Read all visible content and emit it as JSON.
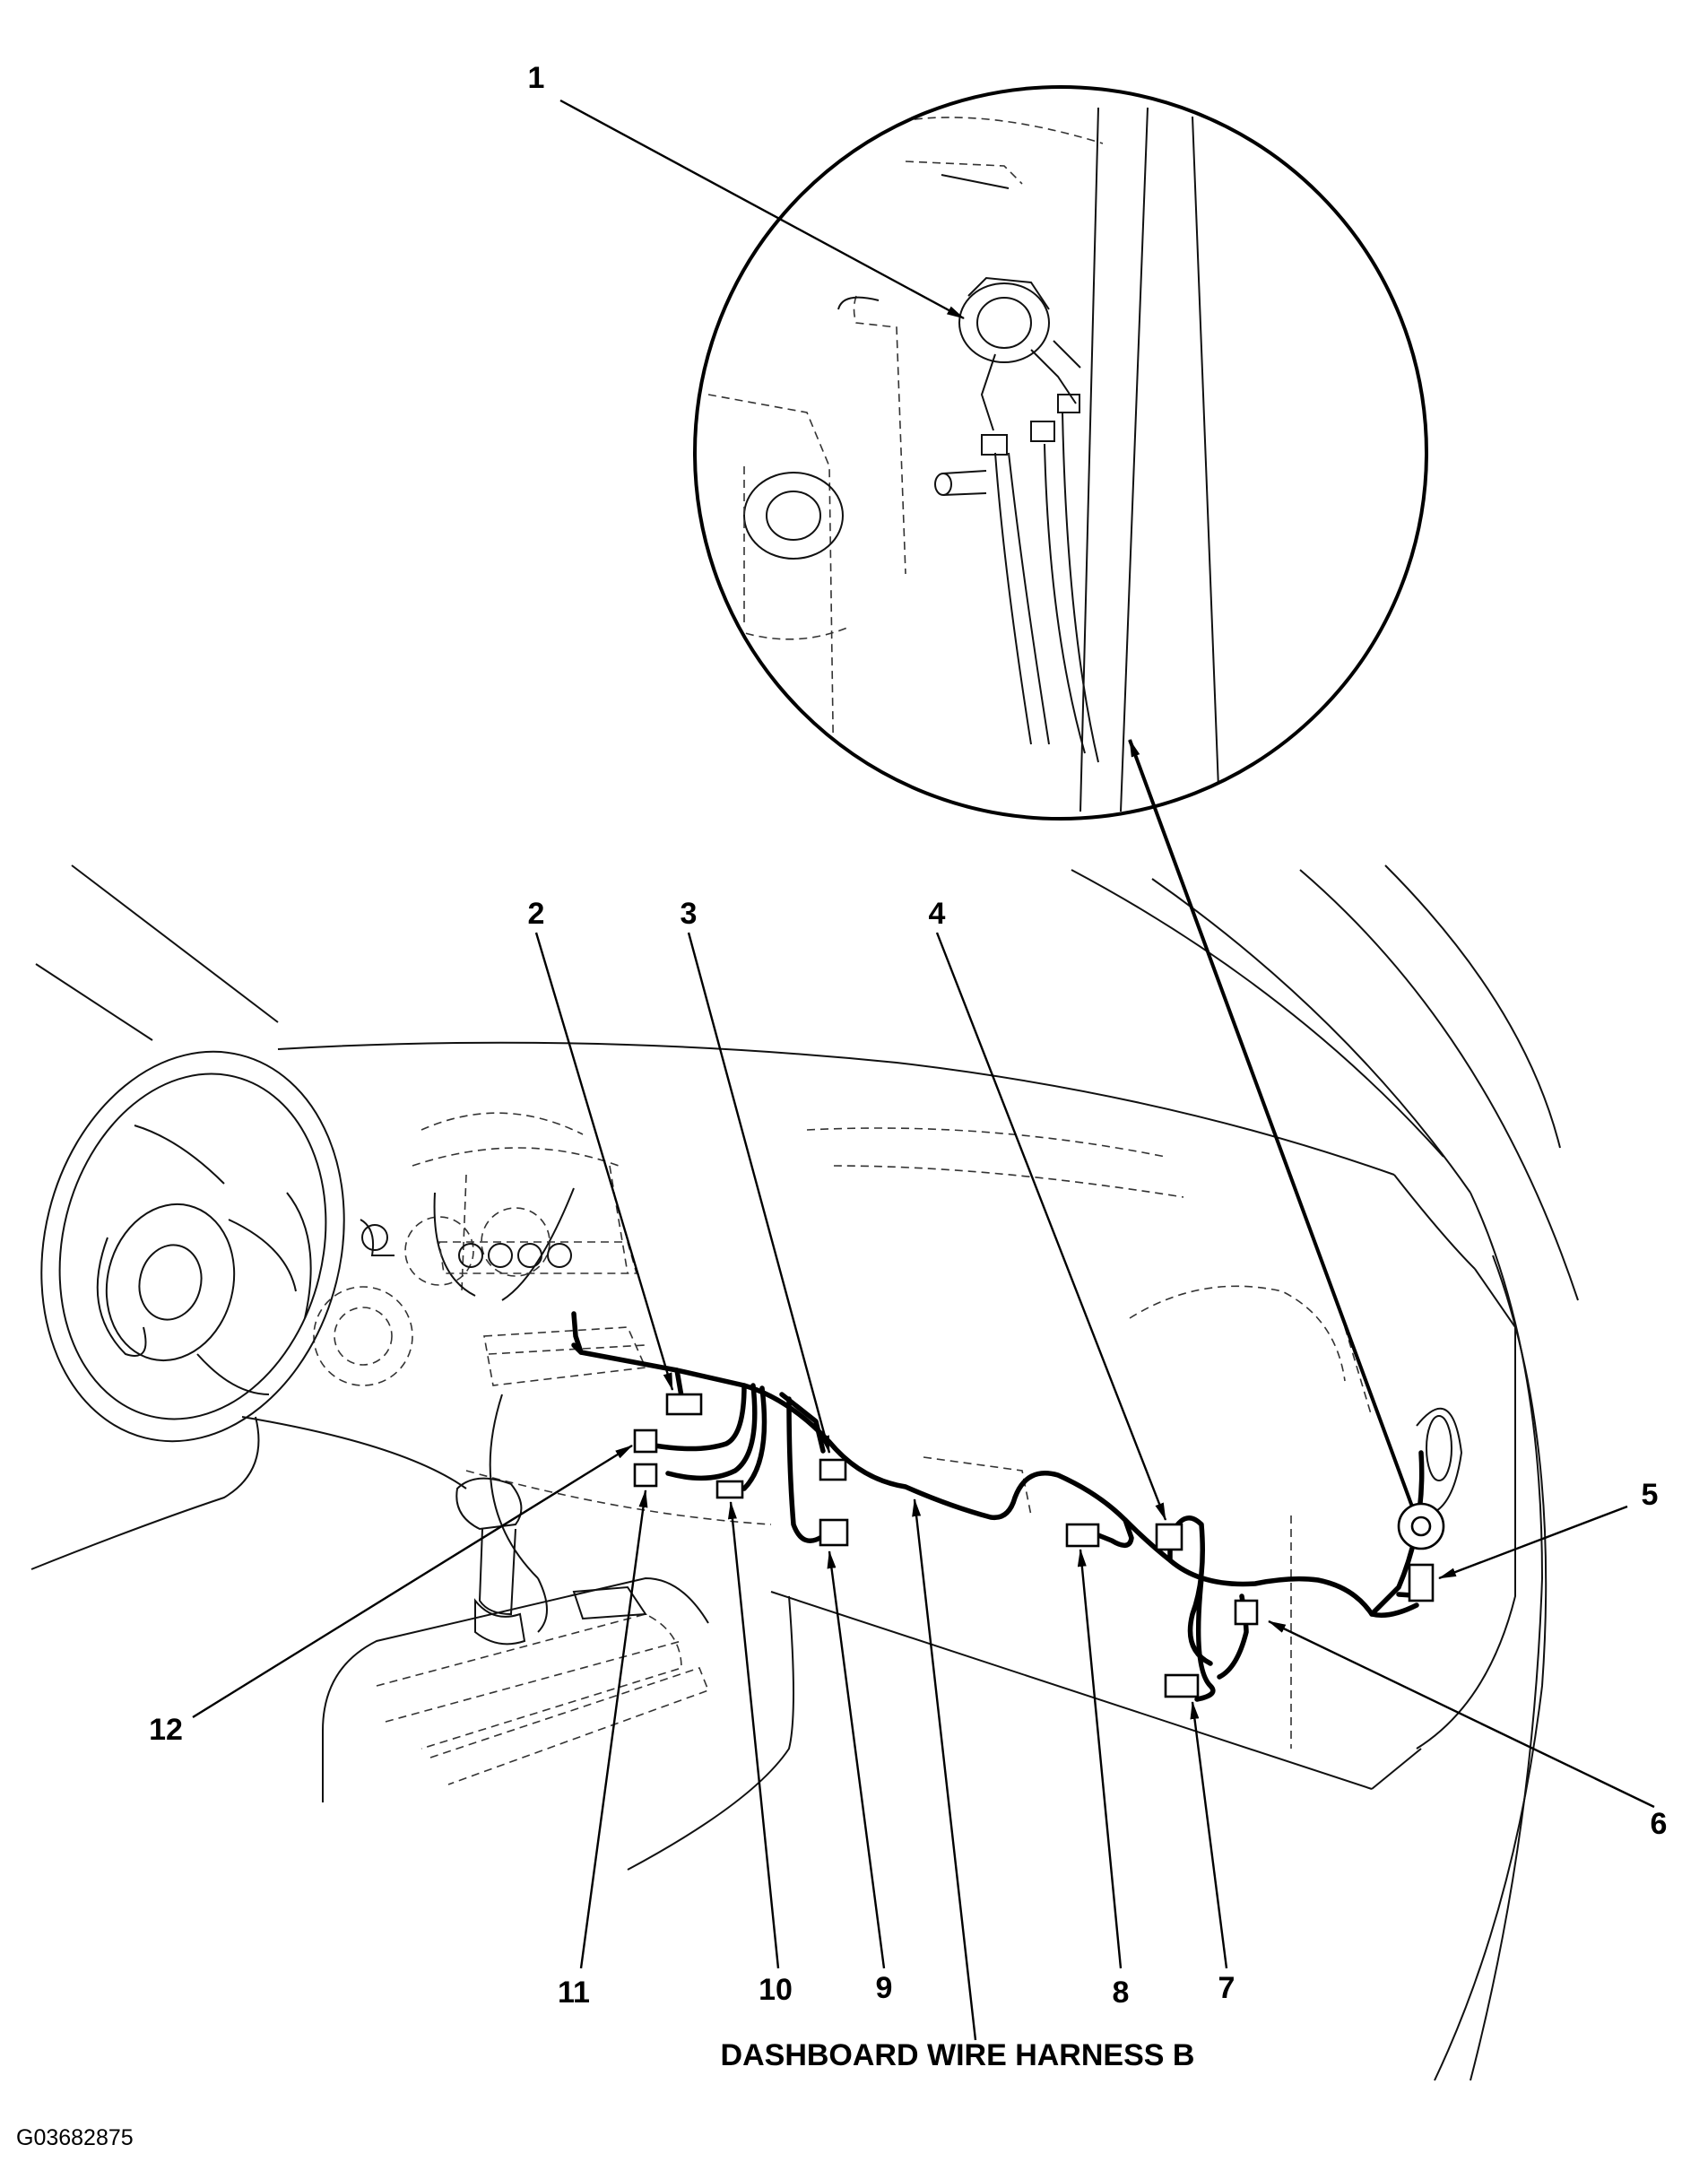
{
  "callouts": [
    {
      "id": "1",
      "label": "1"
    },
    {
      "id": "2",
      "label": "2"
    },
    {
      "id": "3",
      "label": "3"
    },
    {
      "id": "4",
      "label": "4"
    },
    {
      "id": "5",
      "label": "5"
    },
    {
      "id": "6",
      "label": "6"
    },
    {
      "id": "7",
      "label": "7"
    },
    {
      "id": "8",
      "label": "8"
    },
    {
      "id": "9",
      "label": "9"
    },
    {
      "id": "10",
      "label": "10"
    },
    {
      "id": "11",
      "label": "11"
    },
    {
      "id": "12",
      "label": "12"
    }
  ],
  "caption": "DASHBOARD WIRE HARNESS B",
  "figure_id": "G03682875"
}
